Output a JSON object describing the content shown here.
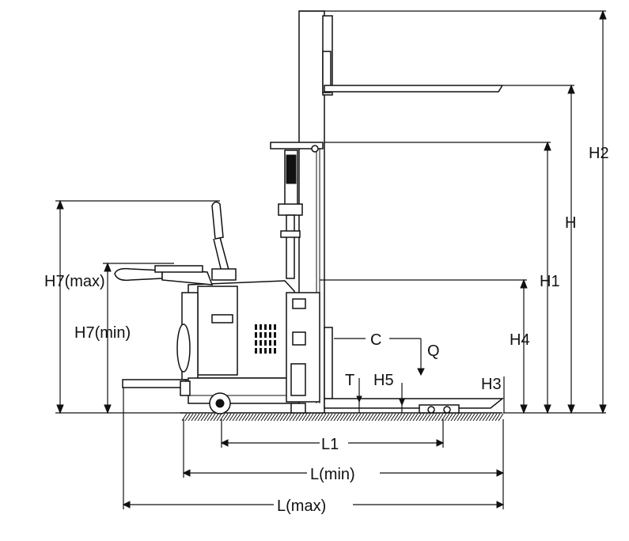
{
  "dimension_labels": {
    "h2": "H2",
    "h": "H",
    "h1": "H1",
    "h4": "H4",
    "h3": "H3",
    "h5": "H5",
    "t": "T",
    "c": "C",
    "q": "Q",
    "h7_max": "H7(max)",
    "h7_min": "H7(min)",
    "l1": "L1",
    "l_min": "L(min)",
    "l_max": "L(max)"
  },
  "colors": {
    "line": "#111111",
    "background": "#ffffff"
  }
}
